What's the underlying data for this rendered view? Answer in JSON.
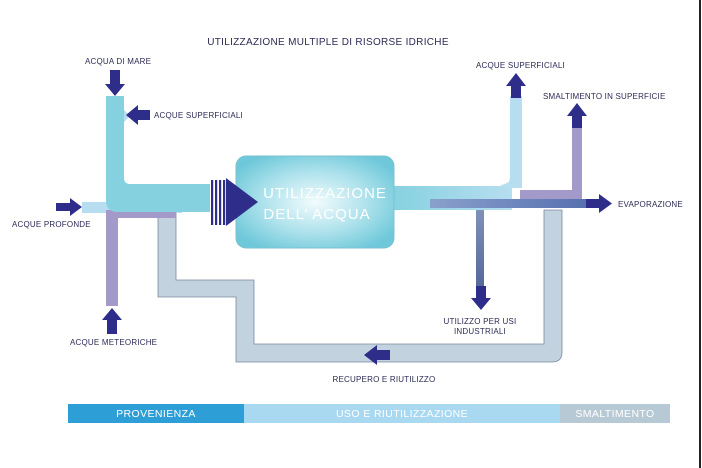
{
  "title": "UTILIZZAZIONE MULTIPLE DI RISORSE IDRICHE",
  "center": {
    "line1": "UTILIZZAZIONE",
    "line2": "DELL’ ACQUA"
  },
  "inputs": {
    "sea": "ACQUA DI MARE",
    "surface_in": "ACQUE SUPERFICIALI",
    "deep": "ACQUE PROFONDE",
    "rain": "ACQUE METEORICHE"
  },
  "outputs": {
    "surface_out": "ACQUE SUPERFICIALI",
    "disposal_surface": "SMALTIMENTO IN SUPERFICIE",
    "evaporation": "EVAPORAZIONE",
    "industrial_line1": "UTILIZZO PER USI",
    "industrial_line2": "INDUSTRIALI"
  },
  "recovery": "RECUPERO E RIUTILIZZO",
  "bands": [
    {
      "label": "PROVENIENZA",
      "color": "#2e9fd6"
    },
    {
      "label": "USO E RIUTILIZZAZIONE",
      "color": "#a9d8f1"
    },
    {
      "label": "SMALTIMENTO",
      "color": "#b8c9d6"
    }
  ],
  "colors": {
    "arrow": "#2e2e8a",
    "pipe_cyan": "#86d1e0",
    "pipe_light": "#b6def0",
    "pipe_purple": "#a49ac9",
    "pipe_grey": "#c2d2de",
    "pipe_outline": "#7c8aa0"
  }
}
